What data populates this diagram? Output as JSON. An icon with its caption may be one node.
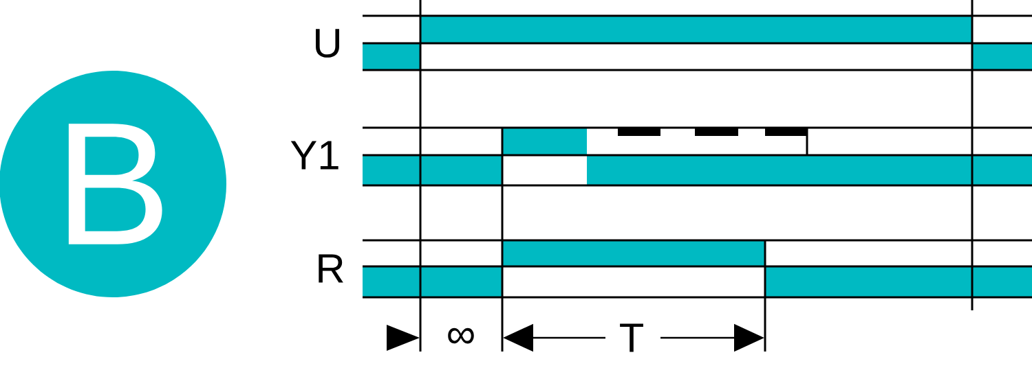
{
  "diagram": {
    "nodes": [
      {
        "text": [
          "B"
        ]
      }
    ],
    "labels": [
      "U",
      "Y1",
      "R",
      "∞",
      "T"
    ]
  }
}
